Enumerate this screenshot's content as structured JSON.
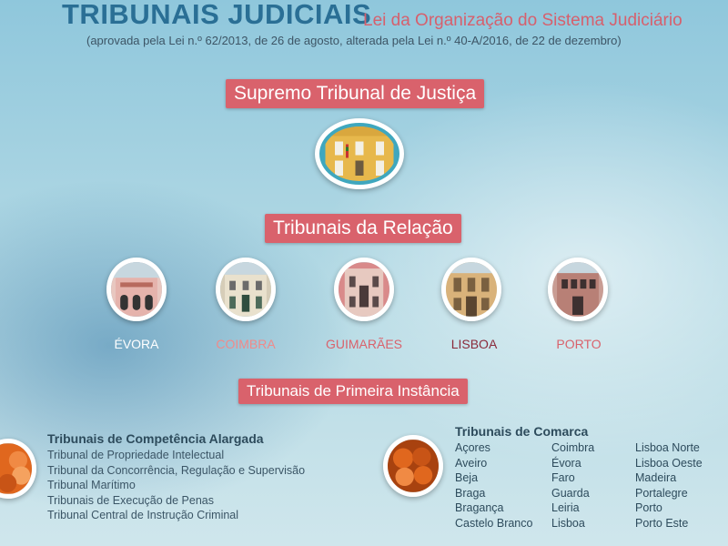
{
  "header": {
    "title": "TRIBUNAIS JUDICIAIS",
    "subtitle": "Lei da Organização do Sistema Judiciário",
    "note": "(aprovada pela Lei n.º 62/2013, de 26 de agosto, alterada pela Lei n.º 40-A/2016, de 22 de dezembro)"
  },
  "sections": {
    "supremo": "Supremo Tribunal de Justiça",
    "relacao": "Tribunais da Relação",
    "primeira": "Tribunais de Primeira Instância"
  },
  "relacao_courts": [
    {
      "name": "ÉVORA",
      "color": "#ffffff"
    },
    {
      "name": "COIMBRA",
      "color": "#f08a8a"
    },
    {
      "name": "GUIMARÃES",
      "color": "#d9626c"
    },
    {
      "name": "LISBOA",
      "color": "#8a2a3a"
    },
    {
      "name": "PORTO",
      "color": "#d9626c"
    }
  ],
  "competencia_alargada": {
    "title": "Tribunais de Competência Alargada",
    "items": [
      "Tribunal de Propriedade Intelectual",
      "Tribunal da Concorrência, Regulação e Supervisão",
      "Tribunal Marítimo",
      "Tribunais de Execução de Penas",
      "Tribunal Central de Instrução Criminal"
    ]
  },
  "comarca": {
    "title": "Tribunais de Comarca",
    "col1": [
      "Açores",
      "Aveiro",
      "Beja",
      "Braga",
      "Bragança",
      "Castelo Branco"
    ],
    "col2": [
      "Coimbra",
      "Évora",
      "Faro",
      "Guarda",
      "Leiria",
      "Lisboa"
    ],
    "col3": [
      "Lisboa Norte",
      "Lisboa Oeste",
      "Madeira",
      "Portalegre",
      "Porto",
      "Porto Este"
    ]
  },
  "colors": {
    "accent": "#d9626c",
    "title_blue": "#2a6f95",
    "ring_teal": "#3fa7be",
    "orange": "#e0671e"
  }
}
